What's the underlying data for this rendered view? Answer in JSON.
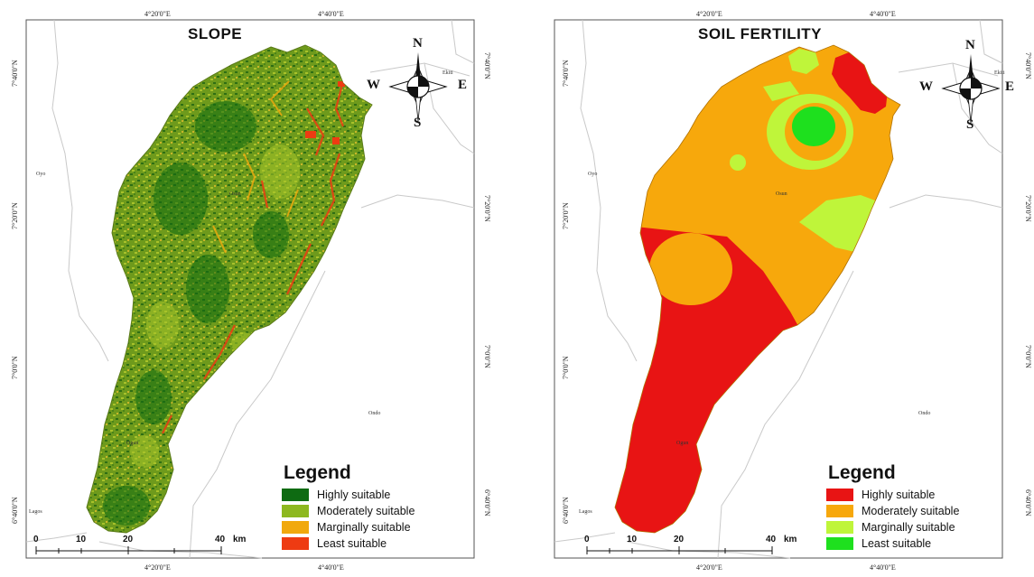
{
  "colors": {
    "highly": "#0e6b12",
    "moderately": "#8db81f",
    "marginally": "#f1a90e",
    "least": "#ee3b12",
    "fert_highly": "#e81414",
    "fert_moderately": "#f7a80c",
    "fert_marginally": "#bff53a",
    "fert_least": "#1ee01e"
  },
  "maps": [
    {
      "title": "SLOPE",
      "graticule": {
        "top": [
          "4°20'0\"E",
          "4°40'0\"E"
        ],
        "bottom": [
          "4°20'0\"E",
          "4°40'0\"E"
        ],
        "left": [
          "7°40'0\"N",
          "7°20'0\"N",
          "7°0'0\"N",
          "6°40'0\"N"
        ],
        "right": [
          "7°40'0\"N",
          "7°20'0\"N",
          "7°0'0\"N",
          "6°40'0\"N"
        ]
      },
      "places": [
        "Oyo",
        "Ekiti",
        "Osun",
        "Ondo",
        "Ogun",
        "Lagos"
      ],
      "compass": {
        "n": "N",
        "s": "S",
        "e": "E",
        "w": "W"
      },
      "legend": {
        "title": "Legend",
        "items": [
          {
            "label": "Highly suitable",
            "color": "#0e6b12"
          },
          {
            "label": "Moderately suitable",
            "color": "#8db81f"
          },
          {
            "label": "Marginally suitable",
            "color": "#f1a90e"
          },
          {
            "label": "Least suitable",
            "color": "#ee3b12"
          }
        ]
      },
      "scale": {
        "labels": [
          "0",
          "10",
          "20",
          "40"
        ],
        "unit": "km"
      }
    },
    {
      "title": "SOIL FERTILITY",
      "graticule": {
        "top": [
          "4°20'0\"E",
          "4°40'0\"E"
        ],
        "bottom": [
          "4°20'0\"E",
          "4°40'0\"E"
        ],
        "left": [
          "7°40'0\"N",
          "7°20'0\"N",
          "7°0'0\"N",
          "6°40'0\"N"
        ],
        "right": [
          "7°40'0\"N",
          "7°20'0\"N",
          "7°0'0\"N",
          "6°40'0\"N"
        ]
      },
      "places": [
        "Oyo",
        "Ekiti",
        "Osun",
        "Ondo",
        "Ogun",
        "Lagos"
      ],
      "compass": {
        "n": "N",
        "s": "S",
        "e": "E",
        "w": "W"
      },
      "legend": {
        "title": "Legend",
        "items": [
          {
            "label": "Highly suitable",
            "color": "#e81414"
          },
          {
            "label": "Moderately suitable",
            "color": "#f7a80c"
          },
          {
            "label": "Marginally suitable",
            "color": "#bff53a"
          },
          {
            "label": "Least suitable",
            "color": "#1ee01e"
          }
        ]
      },
      "scale": {
        "labels": [
          "0",
          "10",
          "20",
          "40"
        ],
        "unit": "km"
      }
    }
  ]
}
